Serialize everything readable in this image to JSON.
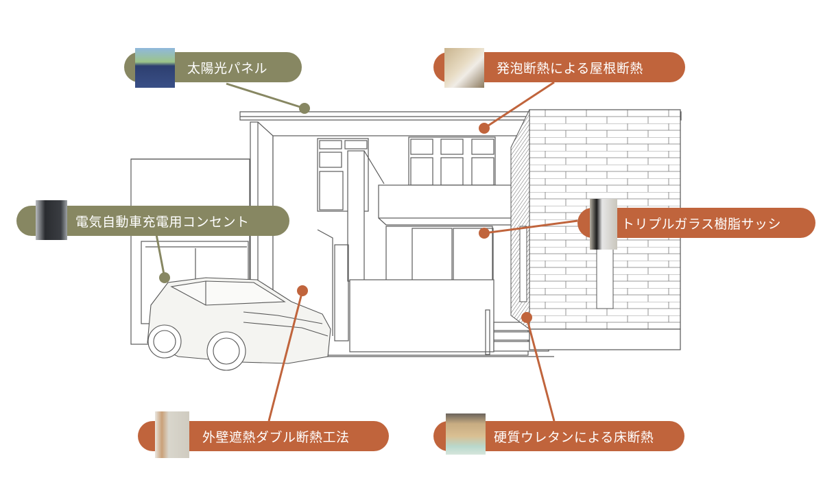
{
  "colors": {
    "olive": "#878762",
    "rust": "#c0643c",
    "line": "#555555",
    "brick_line": "#6a6a6a"
  },
  "callouts": [
    {
      "id": "solar",
      "label": "太陽光パネル",
      "color": "olive",
      "thumb_icon": "solar-panel-photo"
    },
    {
      "id": "roof",
      "label": "発泡断熱による屋根断熱",
      "color": "rust",
      "thumb_icon": "roof-insulation-photo"
    },
    {
      "id": "ev",
      "label": "電気自動車充電用コンセント",
      "color": "olive",
      "thumb_icon": "ev-charger-photo"
    },
    {
      "id": "sash",
      "label": "トリプルガラス樹脂サッシ",
      "color": "rust",
      "thumb_icon": "window-sash-photo"
    },
    {
      "id": "wall",
      "label": "外壁遮熱ダブル断熱工法",
      "color": "rust",
      "thumb_icon": "wall-section-photo"
    },
    {
      "id": "floor",
      "label": "硬質ウレタンによる床断熱",
      "color": "rust",
      "thumb_icon": "floor-insulation-photo"
    }
  ]
}
